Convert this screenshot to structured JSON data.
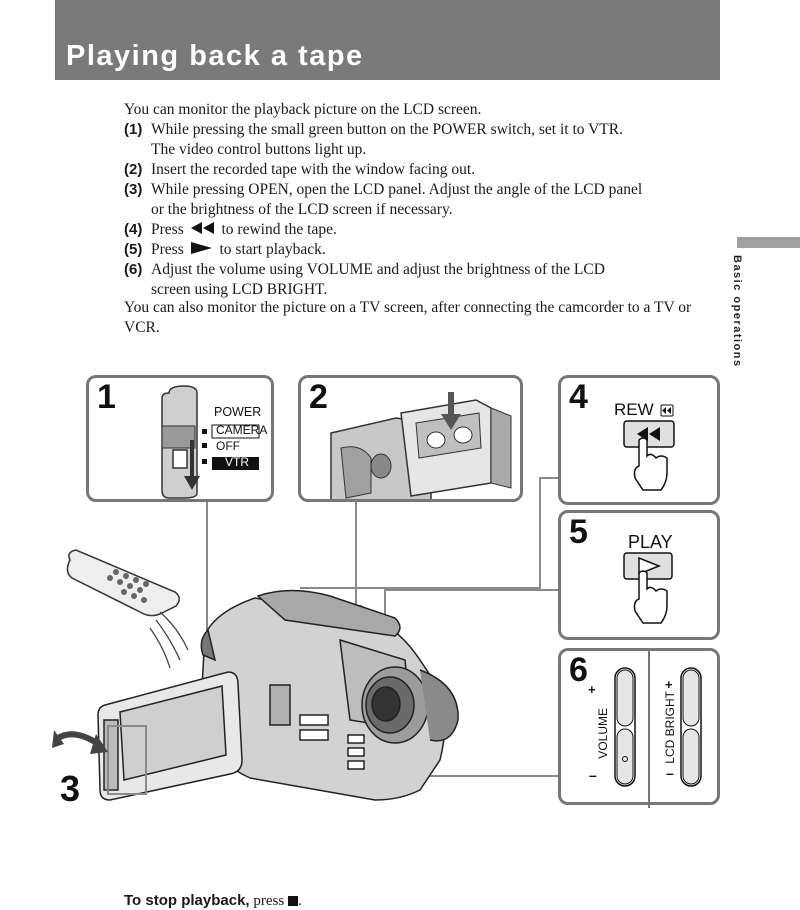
{
  "page": {
    "title": "Playing back a tape",
    "side_tab_label": "Basic operations"
  },
  "intro": "You can monitor the playback picture on the LCD screen.",
  "steps": [
    {
      "num": "(1)",
      "lines": [
        "While pressing the small green button on the POWER switch, set it to VTR.",
        "The video control buttons light up."
      ]
    },
    {
      "num": "(2)",
      "lines": [
        "Insert the recorded tape with the window facing out."
      ]
    },
    {
      "num": "(3)",
      "lines": [
        "While pressing OPEN, open the LCD panel.  Adjust the angle of the LCD panel",
        "or the brightness of the LCD screen if necessary."
      ]
    },
    {
      "num": "(4)",
      "before": "Press",
      "after": "to rewind the tape."
    },
    {
      "num": "(5)",
      "before": "Press",
      "after": "to start playback."
    },
    {
      "num": "(6)",
      "lines": [
        "Adjust the volume using VOLUME and adjust the brightness of the LCD",
        "screen using LCD BRIGHT."
      ]
    }
  ],
  "outro": "You can also monitor the picture on a TV screen, after connecting the camcorder to a TV or VCR.",
  "figures": {
    "panel1": {
      "number": "1",
      "power_label": "POWER",
      "camera_label": "CAMERA",
      "off_label": "OFF",
      "vtr_label": "VTR"
    },
    "panel2": {
      "number": "2"
    },
    "panel4": {
      "number": "4",
      "button_label": "REW"
    },
    "panel5": {
      "number": "5",
      "button_label": "PLAY"
    },
    "panel6": {
      "number": "6",
      "volume_label": "VOLUME",
      "bright_label": "LCD BRIGHT",
      "plus": "+",
      "minus": "–"
    },
    "callout3": "3"
  },
  "footer": {
    "bold": "To stop playback,",
    "rest": "press"
  }
}
